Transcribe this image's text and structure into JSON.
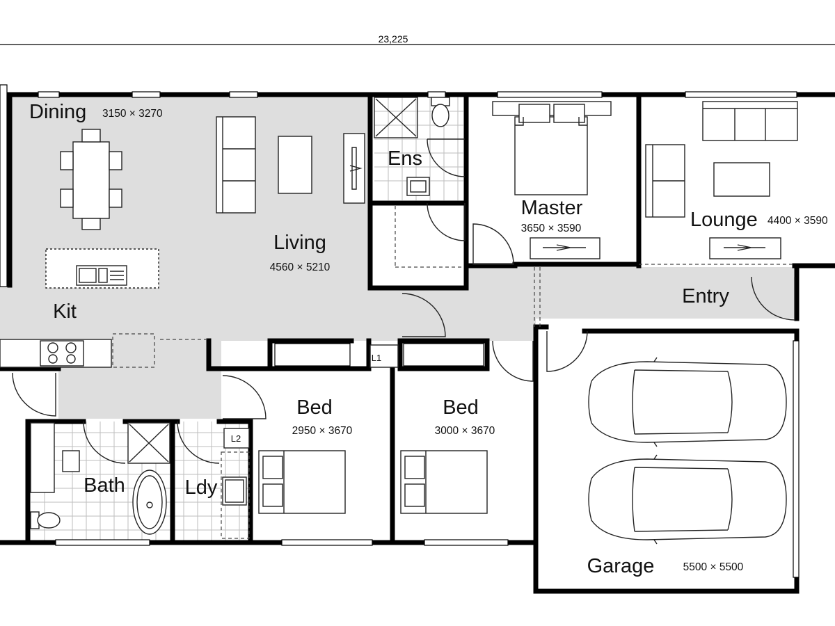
{
  "overall_dimension": "23,225",
  "rooms": {
    "dining": {
      "name": "Dining",
      "dims": "3150 × 3270"
    },
    "living": {
      "name": "Living",
      "dims": "4560 × 5210"
    },
    "kitchen": {
      "name": "Kit"
    },
    "ensuite": {
      "name": "Ens"
    },
    "master": {
      "name": "Master",
      "dims": "3650 × 3590"
    },
    "lounge": {
      "name": "Lounge",
      "dims": "4400 × 3590"
    },
    "entry": {
      "name": "Entry"
    },
    "bed1": {
      "name": "Bed",
      "dims": "2950 × 3670"
    },
    "bed2": {
      "name": "Bed",
      "dims": "3000 × 3670"
    },
    "bath": {
      "name": "Bath"
    },
    "laundry": {
      "name": "Ldy"
    },
    "garage": {
      "name": "Garage",
      "dims": "5500 × 5500"
    }
  },
  "linen_labels": {
    "l1": "L1",
    "l2": "L2"
  },
  "colors": {
    "wall": "#000000",
    "hard_floor": "#dedede",
    "background": "#ffffff",
    "tile_grid": "#bdbdbd"
  }
}
